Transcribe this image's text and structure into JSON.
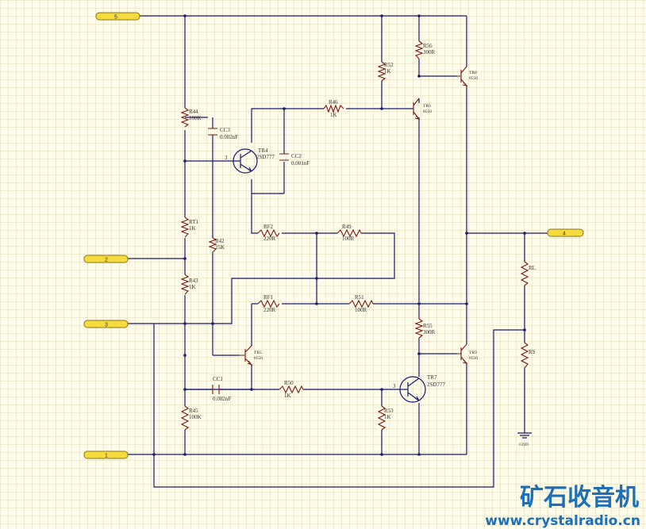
{
  "ports": {
    "p5": "5",
    "p2": "2",
    "p3": "3",
    "p1": "1",
    "p4": "4"
  },
  "components": {
    "r44": {
      "ref": "R44",
      "val": "100K"
    },
    "rt1": {
      "ref": "RT1",
      "val": "1K"
    },
    "r43": {
      "ref": "R43",
      "val": "1K"
    },
    "r45": {
      "ref": "R45",
      "val": "100K"
    },
    "r42": {
      "ref": "R42",
      "val": "25K"
    },
    "cc3": {
      "ref": "CC3",
      "val": "0.002nF"
    },
    "cc2": {
      "ref": "CC2",
      "val": "0.001nF"
    },
    "cc1": {
      "ref": "CC1",
      "val": "0.002nF"
    },
    "tr4": {
      "ref": "TR4",
      "val": "2SD777"
    },
    "tr5": {
      "ref": "TR5",
      "val": "8550"
    },
    "tr6": {
      "ref": "TR6",
      "val": "8550"
    },
    "tr7": {
      "ref": "TR7",
      "val": "2SD777"
    },
    "tr8": {
      "ref": "TR8",
      "val": "8550"
    },
    "tr9": {
      "ref": "TR9",
      "val": "8550"
    },
    "r46": {
      "ref": "R46",
      "val": "1K"
    },
    "r52": {
      "ref": "R52",
      "val": "1K"
    },
    "r56": {
      "ref": "R56",
      "val": "300R"
    },
    "rf2": {
      "ref": "RF2",
      "val": "220R"
    },
    "r49": {
      "ref": "R49",
      "val": "100R"
    },
    "rf1": {
      "ref": "RF1",
      "val": "220R"
    },
    "r51": {
      "ref": "R51",
      "val": "100R"
    },
    "r55": {
      "ref": "R55",
      "val": "300R"
    },
    "r50": {
      "ref": "R50",
      "val": "1K"
    },
    "r53": {
      "ref": "R53",
      "val": "1K"
    },
    "rl": {
      "ref": "RL"
    },
    "rs": {
      "ref": "RS"
    },
    "gnd": {
      "ref": "GND"
    }
  },
  "pins": {
    "tr4_base": "3",
    "tr7_base": "3"
  },
  "watermark": {
    "title": "矿石收音机",
    "url": "www.crystalradio.cn"
  },
  "colors": {
    "wire": "#1a1a6e",
    "component": "#7a1a1a",
    "port_fill": "#f5dc3c",
    "grid_background": "#fdfbea",
    "watermark": "#1d6fb8"
  }
}
